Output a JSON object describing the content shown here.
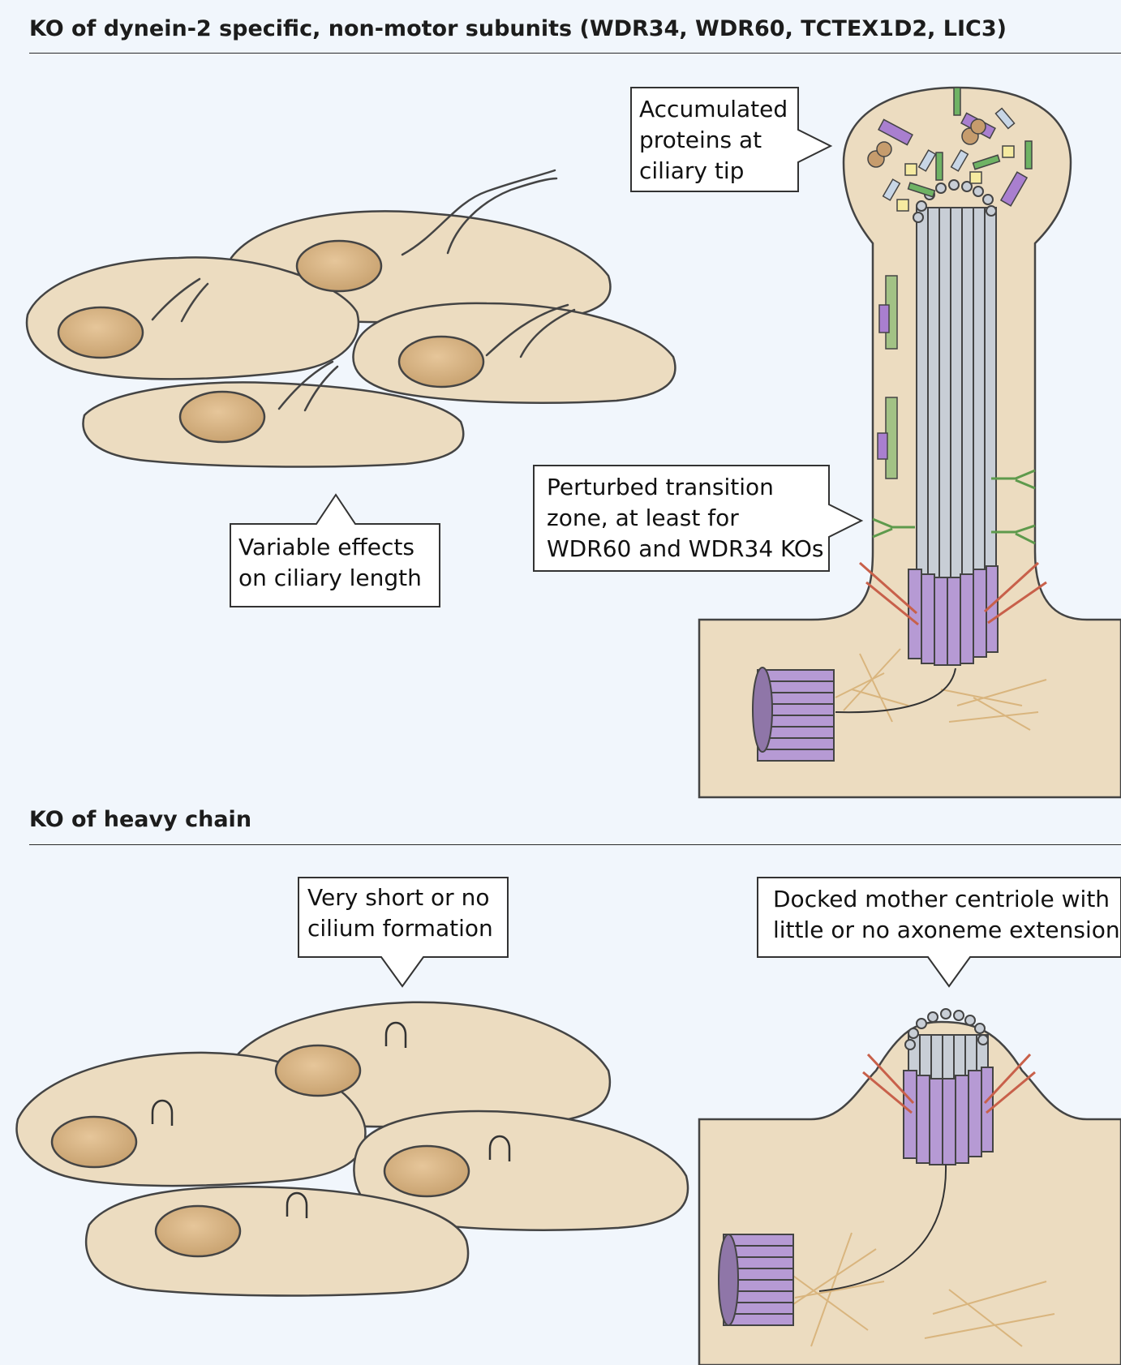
{
  "sections": [
    {
      "heading": "KO of dynein-2 specific, non-motor subunits (WDR34, WDR60, TCTEX1D2, LIC3)",
      "callouts": {
        "accumulated": "Accumulated\nproteins at\nciliary tip",
        "perturbed": "Perturbed transition\nzone, at least for\nWDR60 and WDR34 KOs",
        "variable": "Variable effects\non ciliary length"
      }
    },
    {
      "heading": "KO of heavy chain",
      "callouts": {
        "short": "Very short or no\ncilium formation",
        "docked": "Docked mother centriole with\nlittle or no axoneme extension"
      }
    }
  ],
  "colors": {
    "background": "#f1f6fc",
    "cell_fill": "#ecdcc0",
    "nucleus_fill": "#d5b488",
    "centriole_purple": "#b69ad4",
    "microtubule_gray": "#c8ced6",
    "fiber_tan": "#d9b57e",
    "transition_fiber": "#c8604a",
    "linker_green": "#5e9a4c"
  }
}
